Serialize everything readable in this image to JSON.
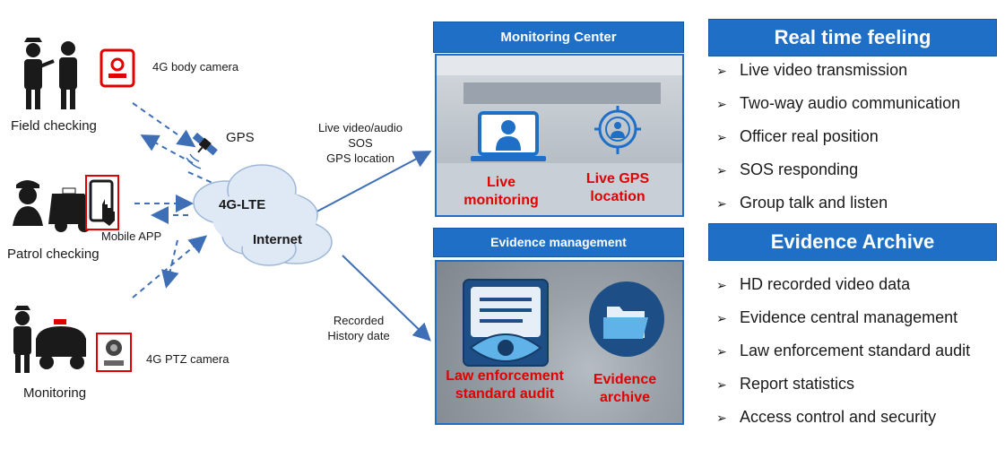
{
  "sources": {
    "field_checking": "Field checking",
    "body_camera": "4G body camera",
    "gps": "GPS",
    "patrol_checking": "Patrol checking",
    "mobile_app": "Mobile APP",
    "monitoring": "Monitoring",
    "ptz_camera": "4G PTZ camera"
  },
  "network": {
    "lte": "4G-LTE",
    "internet": "Internet"
  },
  "links": {
    "upper": [
      "Live video/audio",
      "SOS",
      "GPS location"
    ],
    "lower": [
      "Recorded",
      "History date"
    ]
  },
  "monitoring_center": {
    "title": "Monitoring Center",
    "live_monitoring": "Live\nmonitoring",
    "live_gps": "Live GPS\nlocation"
  },
  "evidence_management": {
    "title": "Evidence management",
    "law_audit": "Law enforcement\nstandard audit",
    "evidence_archive": "Evidence\narchive"
  },
  "realtime": {
    "title": "Real time feeling",
    "items": [
      "Live video transmission",
      "Two-way audio communication",
      "Officer real position",
      "SOS responding",
      "Group talk and listen"
    ]
  },
  "archive": {
    "title": "Evidence Archive",
    "items": [
      "HD recorded video data",
      "Evidence central management",
      "Law enforcement standard audit",
      "Report statistics",
      "Access control and security"
    ]
  },
  "colors": {
    "panel_blue": "#1f6fc6",
    "red_label": "#e00000",
    "arrow_blue": "#3e6fb6"
  }
}
